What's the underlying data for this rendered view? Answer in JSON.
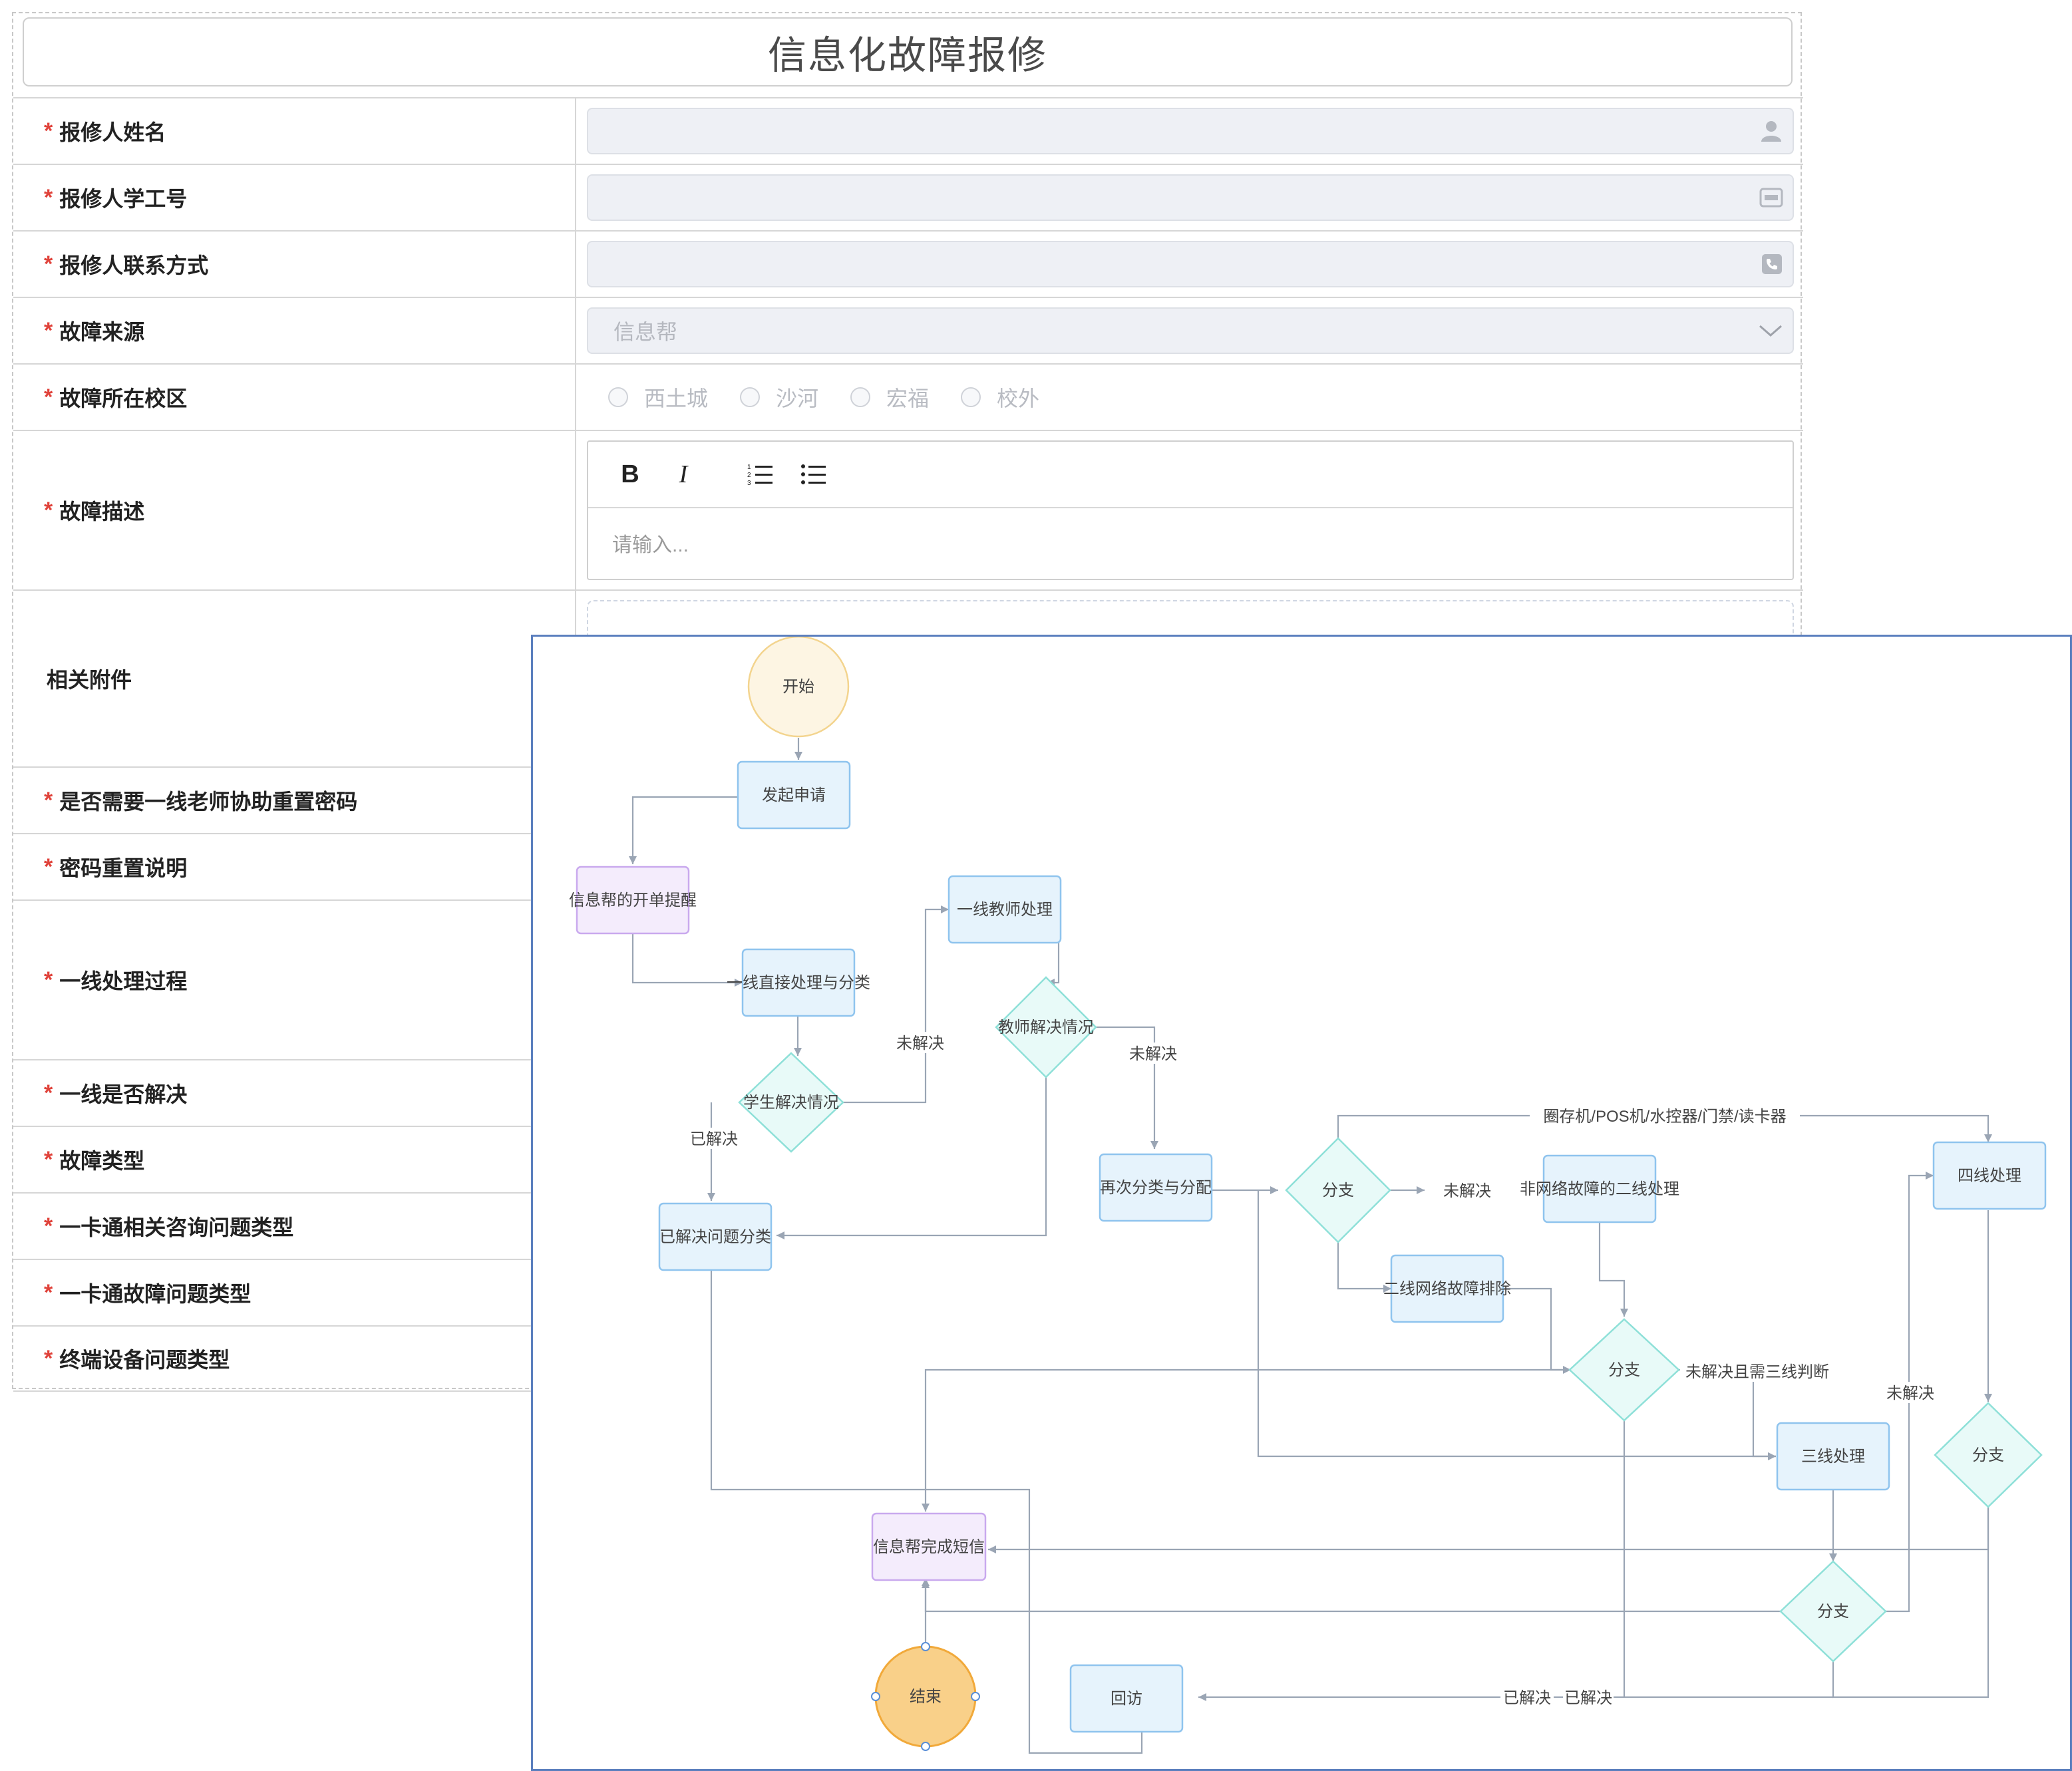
{
  "form": {
    "title": "信息化故障报修",
    "required_mark": "*",
    "fields": [
      {
        "label": "报修人姓名",
        "required": true,
        "value": "",
        "icon": "person-icon"
      },
      {
        "label": "报修人学工号",
        "required": true,
        "value": "",
        "icon": "id-card-icon"
      },
      {
        "label": "报修人联系方式",
        "required": true,
        "value": "",
        "icon": "phone-icon"
      },
      {
        "label": "故障来源",
        "required": true,
        "value": "信息帮",
        "icon": "chevron-down-icon"
      },
      {
        "label": "故障所在校区",
        "required": true,
        "options": [
          "西土城",
          "沙河",
          "宏福",
          "校外"
        ]
      },
      {
        "label": "故障描述",
        "required": true,
        "placeholder": "请输入...",
        "toolbar": [
          "B",
          "I",
          "ordered-list-icon",
          "unordered-list-icon"
        ]
      },
      {
        "label": "相关附件",
        "required": false
      },
      {
        "label": "是否需要一线老师协助重置密码",
        "required": true
      },
      {
        "label": "密码重置说明",
        "required": true
      },
      {
        "label": "一线处理过程",
        "required": true
      },
      {
        "label": "一线是否解决",
        "required": true
      },
      {
        "label": "故障类型",
        "required": true
      },
      {
        "label": "一卡通相关咨询问题类型",
        "required": true
      },
      {
        "label": "一卡通故障问题类型",
        "required": true
      },
      {
        "label": "终端设备问题类型",
        "required": true
      }
    ]
  },
  "flow": {
    "colors": {
      "task_fill": "#e6f3fc",
      "task_stroke": "#8fc4ee",
      "purple_fill": "#f4ecfc",
      "purple_stroke": "#c9a9ee",
      "diamond_fill": "#e8faf8",
      "diamond_stroke": "#8ee0d8",
      "start_fill": "#fdf5e3",
      "start_stroke": "#f3d48e",
      "end_fill": "#f9d089",
      "end_stroke": "#f1a93a",
      "edge": "#9aa5b4"
    },
    "nodes": {
      "start": "开始",
      "apply": "发起申请",
      "reminder": "信息帮的开单提醒",
      "teacher": "一线教师处理",
      "direct": "一线直接处理与分类",
      "teacher_check": "教师解决情况",
      "student_check": "学生解决情况",
      "resolved_class": "已解决问题分类",
      "reclassify": "再次分类与分配",
      "branch1": "分支",
      "nonnet": "非网络故障的二线处理",
      "net": "二线网络故障排除",
      "branch2": "分支",
      "line3": "三线处理",
      "line4": "四线处理",
      "branch4": "分支",
      "sms": "信息帮完成短信",
      "branch3": "分支",
      "end": "结束",
      "revisit": "回访"
    },
    "edge_labels": {
      "unresolved_1": "未解决",
      "resolved_1": "已解决",
      "unresolved_2": "未解决",
      "devices": "圈存机/POS机/水控器/门禁/读卡器",
      "unresolved_3": "未解决",
      "unresolved_need3": "未解决且需三线判断",
      "unresolved_4": "未解决",
      "resolved_2": "已解决",
      "resolved_3": "已解决"
    }
  }
}
